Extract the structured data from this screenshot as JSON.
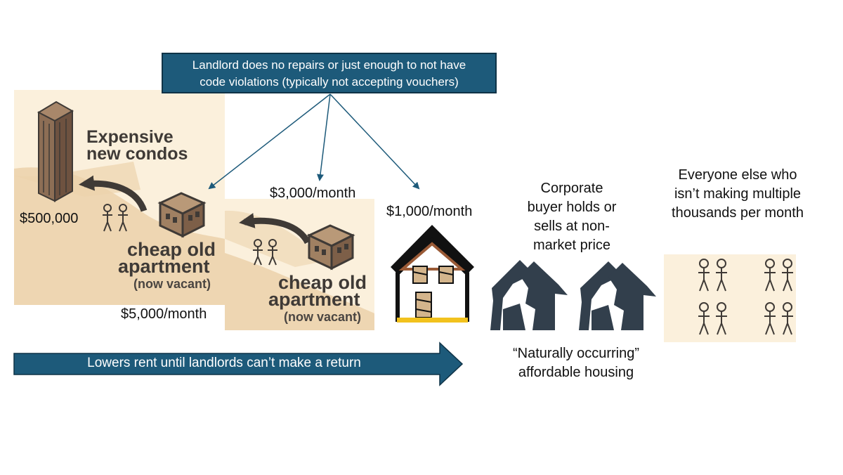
{
  "callout": {
    "line1": "Landlord does no repairs or just enough to not have",
    "line2": "code violations (typically not accepting vouchers)"
  },
  "panel1": {
    "title_line1": "Expensive",
    "title_line2": "new condos",
    "price": "$500,000",
    "apt_line1": "cheap old",
    "apt_line2": "apartment",
    "apt_line3": "(now vacant)"
  },
  "panel2": {
    "apt_line1": "cheap old",
    "apt_line2": "apartment",
    "apt_line3": "(now vacant)"
  },
  "rents": {
    "r5000": "$5,000/month",
    "r3000": "$3,000/month",
    "r1000": "$1,000/month"
  },
  "corporate": {
    "line1": "Corporate",
    "line2": "buyer holds or",
    "line3": "sells at non-",
    "line4": "market price"
  },
  "noah": {
    "line1": "“Naturally occurring”",
    "line2": "affordable housing"
  },
  "everyone": {
    "line1": "Everyone else who",
    "line2": "isn’t making multiple",
    "line3": "thousands per month"
  },
  "bottom_arrow": {
    "label": "Lowers rent until landlords can’t make a return"
  },
  "colors": {
    "callout_bg": "#1d5a7a",
    "arrow_bg": "#1d5a7a",
    "panel_bg": "#fbf0dc",
    "path_tan": "#e9cda4",
    "ruin_dark": "#323f4c"
  },
  "icons": [
    "condo-tower-icon",
    "apartment-icon",
    "people-icon",
    "boarded-house-icon",
    "ruined-house-icon",
    "curved-arrow-icon"
  ]
}
